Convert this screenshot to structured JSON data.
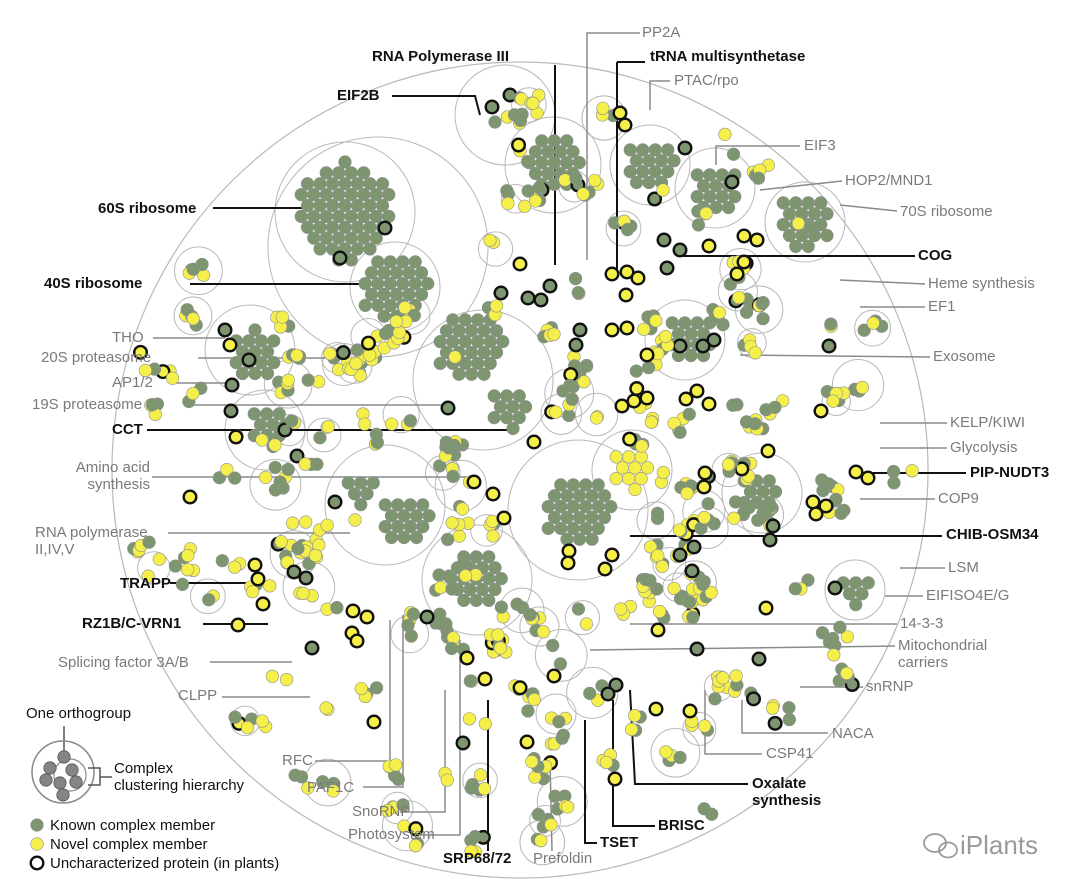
{
  "colors": {
    "known": "#7d9670",
    "novel": "#f5ef4a",
    "uncharacterized_stroke": "#111111",
    "bubble_stroke": "#b8b8b8",
    "leader_gray": "#8a8a8a",
    "leader_black": "#111111"
  },
  "labels": {
    "pp2a": "PP2A",
    "rna_pol3": "RNA Polymerase III",
    "trna": "tRNA multisynthetase",
    "ptac": "PTAC/rpo",
    "eif2b": "EIF2B",
    "eif3": "EIF3",
    "hop2": "HOP2/MND1",
    "ribo60": "60S ribosome",
    "ribo70": "70S ribosome",
    "cog": "COG",
    "ribo40": "40S ribosome",
    "heme": "Heme synthesis",
    "ef1": "EF1",
    "tho": "THO",
    "prot20": "20S proteasome",
    "exosome": "Exosome",
    "ap12": "AP1/2",
    "prot19": "19S proteasome",
    "kelp": "KELP/KIWI",
    "cct": "CCT",
    "glycolysis": "Glycolysis",
    "amino": "Amino acid\nsynthesis",
    "pip": "PIP-NUDT3",
    "cop9": "COP9",
    "rnapol": "RNA polymerase\nII,IV,V",
    "chib": "CHIB-OSM34",
    "lsm": "LSM",
    "trapp": "TRAPP",
    "eifiso": "EIFISO4E/G",
    "rz1b": "RZ1B/C-VRN1",
    "f1433": "14-3-3",
    "mito": "Mitochondrial\ncarriers",
    "splicing": "Splicing factor 3A/B",
    "snrnp": "snRNP",
    "clpp": "CLPP",
    "naca": "NACA",
    "rfc": "RFC",
    "csp41": "CSP41",
    "paf1c": "PAF1C",
    "oxalate": "Oxalate\nsynthesis",
    "snornp": "SnoRNP",
    "brisc": "BRISC",
    "photosystem": "Photosystem",
    "tset": "TSET",
    "srp": "SRP68/72",
    "prefoldin": "Prefoldin"
  },
  "legend": {
    "orthogroup": "One orthogroup",
    "hierarchy": "Complex\nclustering hierarchy",
    "known": "Known complex member",
    "novel": "Novel complex member",
    "uncharacterized": "Uncharacterized protein (in plants)"
  },
  "watermark": "iPlants"
}
